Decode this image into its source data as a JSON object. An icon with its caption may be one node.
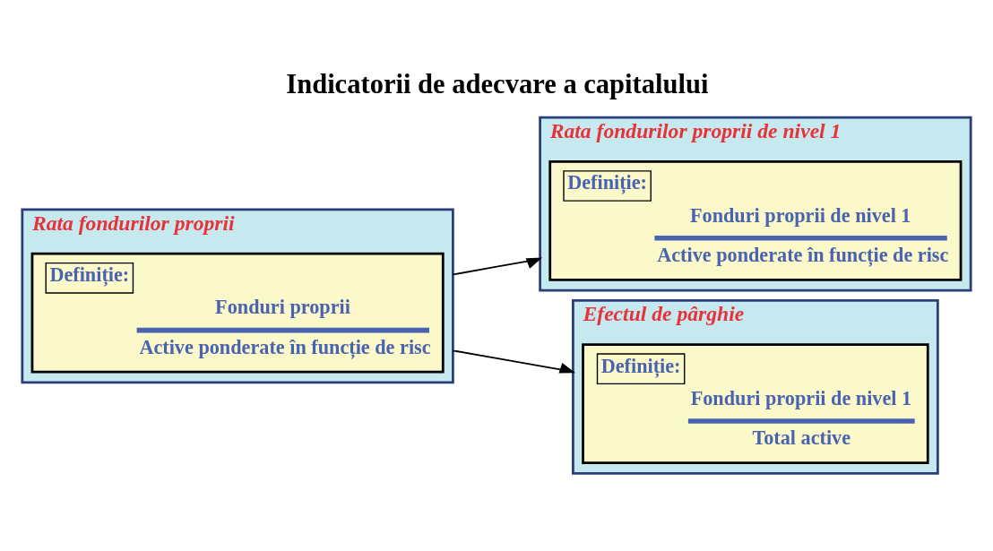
{
  "diagram": {
    "title": "Indicatorii de adecvare a capitalului",
    "nodes": [
      {
        "text": [
          "Rata fondurilor proprii"
        ]
      },
      {
        "text": [
          "Definiție:",
          "Fonduri proprii",
          "Active ponderate în funcție de risc"
        ],
        "in": 0
      },
      {
        "text": [
          "Rata fondurilor proprii de nivel 1"
        ]
      },
      {
        "text": [
          "Definiție:",
          "Fonduri proprii de nivel 1",
          "Active ponderate în funcție de risc"
        ],
        "in": 2
      },
      {
        "text": [
          "Efectul de pârghie"
        ]
      },
      {
        "text": [
          "Definiție:",
          "Fonduri proprii de nivel 1",
          "Total active"
        ],
        "in": 4
      }
    ],
    "edges": [
      {
        "from": 0,
        "to": 2,
        "arrow": "to"
      },
      {
        "from": 0,
        "to": 4,
        "arrow": "to"
      }
    ]
  }
}
